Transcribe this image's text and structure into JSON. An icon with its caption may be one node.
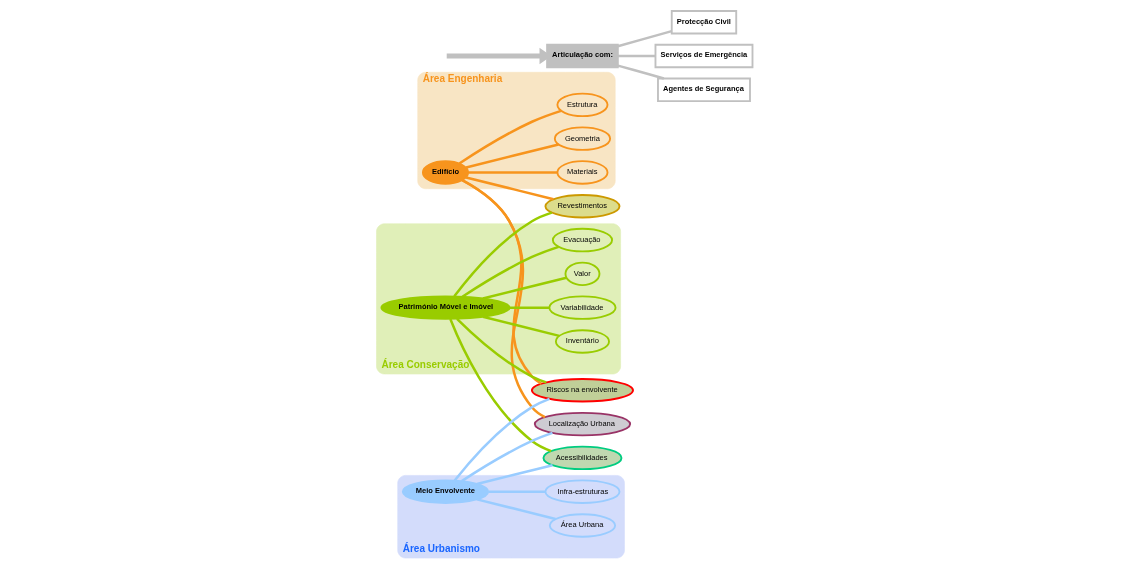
{
  "diagram": {
    "nodes": [
      {
        "text": [
          "Área Engenharia"
        ]
      },
      {
        "text": [
          "Edifício"
        ],
        "in": 0
      },
      {
        "text": [
          "Estrutura"
        ],
        "in": 0
      },
      {
        "text": [
          "Materiais"
        ],
        "in": 0
      },
      {
        "text": [
          "Geometria"
        ],
        "in": 0
      },
      {
        "text": [
          "Área Conservação"
        ]
      },
      {
        "text": [
          "Património Móvel e Imóvel"
        ],
        "in": 5
      },
      {
        "text": [
          "Inventário"
        ],
        "in": 5
      },
      {
        "text": [
          "Variabilidade"
        ],
        "in": 5
      },
      {
        "text": [
          "Valor"
        ],
        "in": 5
      },
      {
        "text": [
          "Evacuação"
        ],
        "in": 5
      },
      {
        "text": [
          "Área Urbanismo"
        ]
      },
      {
        "text": [
          "Meio Envolvente"
        ],
        "in": 11
      },
      {
        "text": [
          "Área Urbana"
        ],
        "in": 11
      },
      {
        "text": [
          "Infra-estruturas"
        ],
        "in": 11
      },
      {
        "text": [
          "Revestimentos"
        ]
      },
      {
        "text": [
          "Riscos na envolvente"
        ]
      },
      {
        "text": [
          "Localização Urbana"
        ]
      },
      {
        "text": [
          "Acessibilidades"
        ]
      },
      {
        "text": [
          "Articulação com:"
        ]
      },
      {
        "text": [
          "Protecção Civil"
        ]
      },
      {
        "text": [
          "Serviços de Emergência"
        ]
      },
      {
        "text": [
          "Agentes de Segurança"
        ]
      }
    ],
    "edges": [
      {
        "from": 1,
        "to": 2,
        "arrow": "none",
        "color": "#f7941d"
      },
      {
        "from": 1,
        "to": 3,
        "arrow": "none",
        "color": "#f7941d"
      },
      {
        "from": 1,
        "to": 4,
        "arrow": "none",
        "color": "#f7941d"
      },
      {
        "from": 1,
        "to": 15,
        "arrow": "none",
        "color": "#f7941d"
      },
      {
        "from": 1,
        "to": 16,
        "arrow": "none",
        "color": "#f7941d"
      },
      {
        "from": 1,
        "to": 17,
        "arrow": "none",
        "color": "#f7941d"
      },
      {
        "from": 6,
        "to": 7,
        "arrow": "none"
      },
      {
        "from": 6,
        "to": 8,
        "arrow": "none"
      },
      {
        "from": 6,
        "to": 9,
        "arrow": "none"
      },
      {
        "from": 6,
        "to": 10,
        "arrow": "none"
      },
      {
        "from": 6,
        "to": 15,
        "arrow": "none"
      },
      {
        "from": 6,
        "to": 16,
        "arrow": "none"
      },
      {
        "from": 6,
        "to": 18,
        "arrow": "none"
      },
      {
        "from": 12,
        "to": 16,
        "arrow": "none",
        "color": "#99ccff"
      },
      {
        "from": 12,
        "to": 18,
        "arrow": "none",
        "color": "#99ccff"
      },
      {
        "from": 12,
        "to": 17,
        "arrow": "none",
        "color": "#99ccff"
      },
      {
        "from": 12,
        "to": 13,
        "arrow": "none",
        "color": "#99ccff"
      },
      {
        "from": 12,
        "to": 14,
        "arrow": "none",
        "color": "#99ccff"
      },
      {
        "from": null,
        "to": 19,
        "arrow": "to",
        "style": "thick",
        "color": "#c0c0c0"
      },
      {
        "from": 19,
        "to": 20,
        "arrow": "none",
        "color": "#c0c0c0"
      },
      {
        "from": 19,
        "to": 21,
        "arrow": "none",
        "color": "#c0c0c0"
      },
      {
        "from": 19,
        "to": 22,
        "arrow": "none",
        "color": "#c0c0c0"
      }
    ]
  }
}
